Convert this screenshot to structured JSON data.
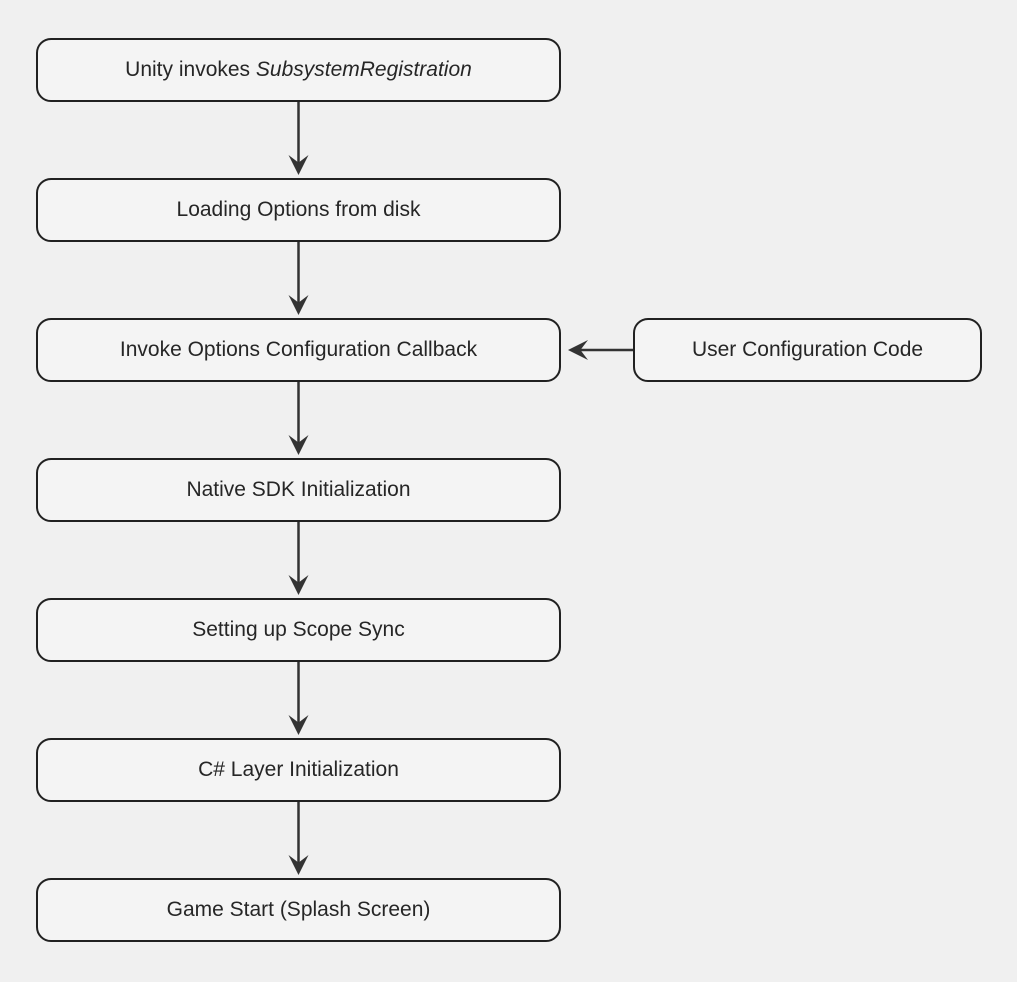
{
  "diagram": {
    "type": "flowchart",
    "colors": {
      "background": "#f0f0f0",
      "node_fill": "#f4f4f4",
      "node_border": "#212121",
      "arrow": "#333333",
      "text": "#262626"
    },
    "nodes": [
      {
        "id": "unity-invokes-subsystem-registration",
        "label_prefix": "Unity invokes ",
        "label_italic": "SubsystemRegistration"
      },
      {
        "id": "loading-options-from-disk",
        "label": "Loading Options from disk"
      },
      {
        "id": "invoke-options-configuration-callback",
        "label": "Invoke Options Configuration Callback"
      },
      {
        "id": "user-configuration-code",
        "label": "User Configuration Code"
      },
      {
        "id": "native-sdk-initialization",
        "label": "Native SDK Initialization"
      },
      {
        "id": "setting-up-scope-sync",
        "label": "Setting up Scope Sync"
      },
      {
        "id": "csharp-layer-initialization",
        "label": "C# Layer Initialization"
      },
      {
        "id": "game-start-splash-screen",
        "label": "Game Start (Splash Screen)"
      }
    ],
    "edges": [
      {
        "from": "Unity invokes SubsystemRegistration",
        "to": "Loading Options from disk"
      },
      {
        "from": "Loading Options from disk",
        "to": "Invoke Options Configuration Callback"
      },
      {
        "from": "User Configuration Code",
        "to": "Invoke Options Configuration Callback"
      },
      {
        "from": "Invoke Options Configuration Callback",
        "to": "Native SDK Initialization"
      },
      {
        "from": "Native SDK Initialization",
        "to": "Setting up Scope Sync"
      },
      {
        "from": "Setting up Scope Sync",
        "to": "C# Layer Initialization"
      },
      {
        "from": "C# Layer Initialization",
        "to": "Game Start (Splash Screen)"
      }
    ]
  }
}
